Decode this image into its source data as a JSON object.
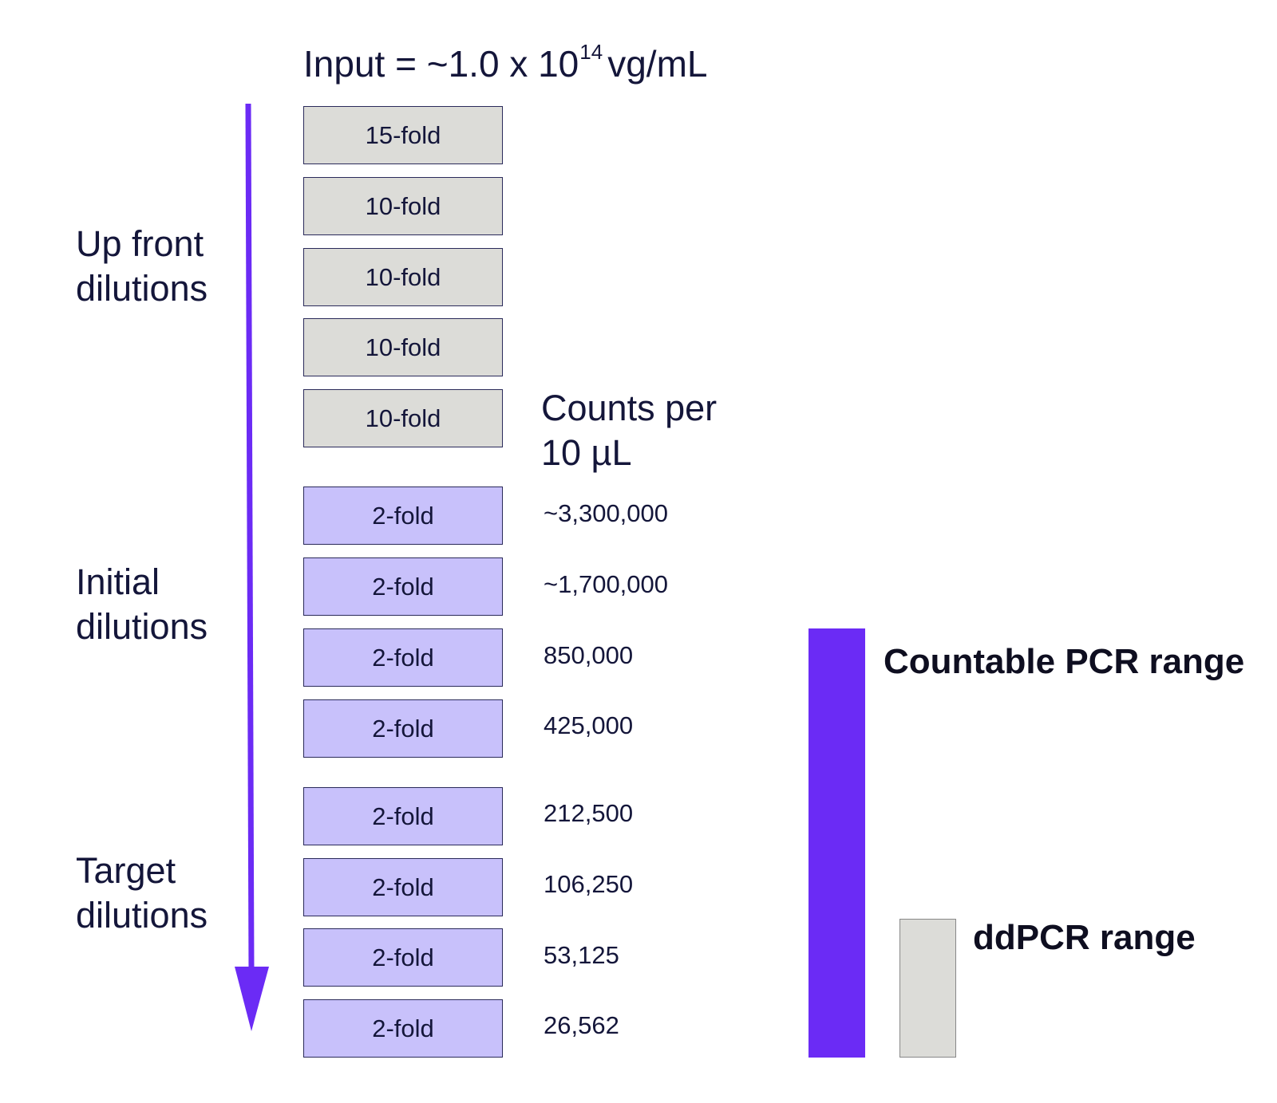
{
  "title": {
    "prefix": "Input = ~1.0 x 10",
    "exponent": "14",
    "suffix": "vg/mL"
  },
  "sections": {
    "upfront": {
      "line1": "Up front",
      "line2": "dilutions"
    },
    "initial": {
      "line1": "Initial",
      "line2": "dilutions"
    },
    "target": {
      "line1": "Target",
      "line2": "dilutions"
    }
  },
  "counts_header": {
    "line1": "Counts per",
    "line2": "10 µL"
  },
  "dilutions": [
    {
      "label": "15-fold",
      "count": ""
    },
    {
      "label": "10-fold",
      "count": ""
    },
    {
      "label": "10-fold",
      "count": ""
    },
    {
      "label": "10-fold",
      "count": ""
    },
    {
      "label": "10-fold",
      "count": ""
    },
    {
      "label": "2-fold",
      "count": "~3,300,000"
    },
    {
      "label": "2-fold",
      "count": "~1,700,000"
    },
    {
      "label": "2-fold",
      "count": "850,000"
    },
    {
      "label": "2-fold",
      "count": "425,000"
    },
    {
      "label": "2-fold",
      "count": "212,500"
    },
    {
      "label": "2-fold",
      "count": "106,250"
    },
    {
      "label": "2-fold",
      "count": "53,125"
    },
    {
      "label": "2-fold",
      "count": "26,562"
    }
  ],
  "ranges": {
    "countable": {
      "label": "Countable PCR range",
      "color": "#6b2bf5"
    },
    "ddpcr": {
      "label": "ddPCR range",
      "color": "#dcdcd8"
    }
  },
  "colors": {
    "arrow": "#6b2bf5",
    "upfront_box": "#dcdcd8",
    "serial_box": "#c8c1fb",
    "text": "#14163a"
  }
}
